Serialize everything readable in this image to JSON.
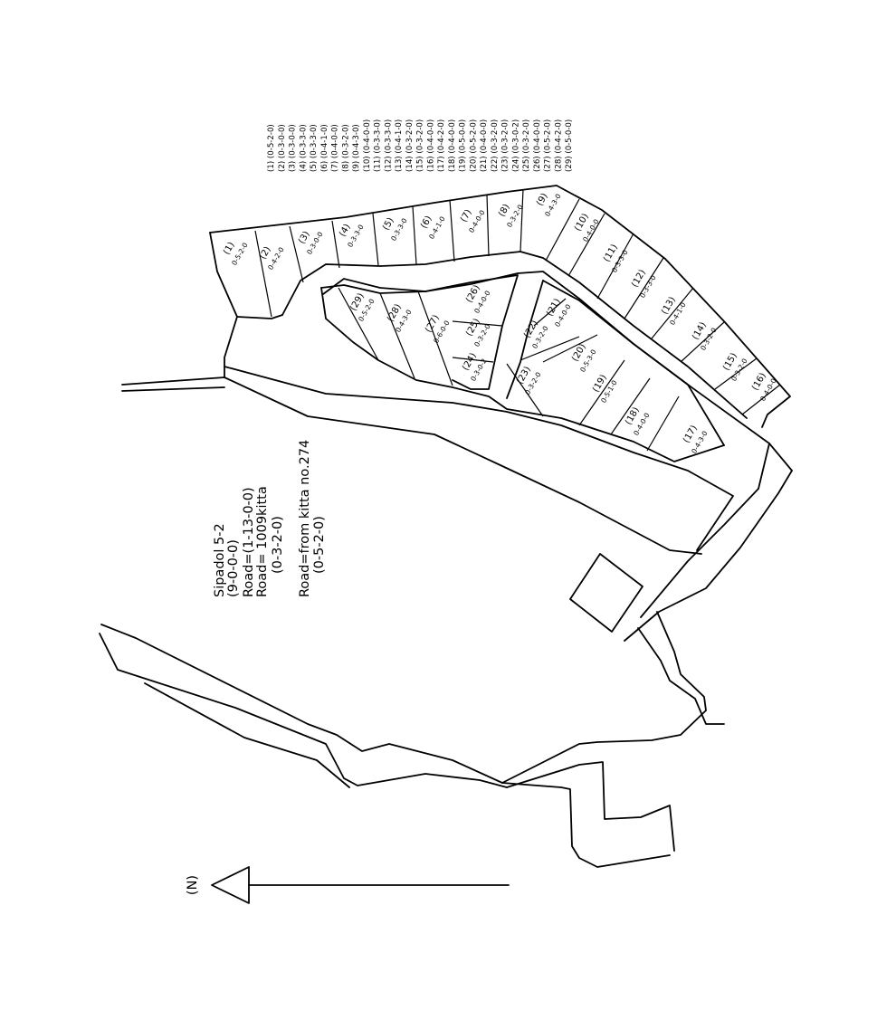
{
  "map": {
    "caption": {
      "lines": [
        "Sipadol 5-2",
        "(9-0-0-0)",
        "Road=(1-13-0-0)",
        "Road= 1009kitta",
        "(0-3-2-0)",
        "Road=from kitta no.274",
        "(0-5-2-0)"
      ]
    },
    "north_label": "(N)",
    "legend": [
      "(1) (0-5-2-0)",
      "(2) (0-3-0-0)",
      "(3) (0-3-0-0)",
      "(4) (0-3-3-0)",
      "(5) (0-3-3-0)",
      "(6) (0-4-1-0)",
      "(7) (0-4-0-0)",
      "(8) (0-3-2-0)",
      "(9) (0-4-3-0)",
      "(10) (0-4-0-0)",
      "(11) (0-3-3-0)",
      "(12) (0-3-3-0)",
      "(13) (0-4-1-0)",
      "(14) (0-3-2-0)",
      "(15) (0-3-2-0)",
      "(16) (0-4-0-0)",
      "(17) (0-4-2-0)",
      "(18) (0-4-0-0)",
      "(19) (0-5-0-0)",
      "(20) (0-5-2-0)",
      "(21) (0-4-0-0)",
      "(22) (0-3-2-0)",
      "(23) (0-3-2-0)",
      "(24) (0-3-0-2)",
      "(25) (0-3-2-0)",
      "(26) (0-4-0-0)",
      "(27) (0-5-2-0)",
      "(28) (0-4-2-0)",
      "(29) (0-5-0-0)"
    ],
    "plots": [
      {
        "no": "(1)",
        "area": "0-5-2-0"
      },
      {
        "no": "(2)",
        "area": "0-4-2-0"
      },
      {
        "no": "(3)",
        "area": "0-3-0-0"
      },
      {
        "no": "(4)",
        "area": "0-3-3-0"
      },
      {
        "no": "(5)",
        "area": "0-3-3-0"
      },
      {
        "no": "(6)",
        "area": "0-4-1-0"
      },
      {
        "no": "(7)",
        "area": "0-4-0-0"
      },
      {
        "no": "(8)",
        "area": "0-3-2-0"
      },
      {
        "no": "(9)",
        "area": "0-4-3-0"
      },
      {
        "no": "(10)",
        "area": "0-4-0-0"
      },
      {
        "no": "(11)",
        "area": "0-3-3-0"
      },
      {
        "no": "(12)",
        "area": "0-3-3-0"
      },
      {
        "no": "(13)",
        "area": "0-4-1-0"
      },
      {
        "no": "(14)",
        "area": "0-3-2-0"
      },
      {
        "no": "(15)",
        "area": "0-3-2-0"
      },
      {
        "no": "(16)",
        "area": "0-4-0-0"
      },
      {
        "no": "(17)",
        "area": "0-4-3-0"
      },
      {
        "no": "(18)",
        "area": "0-4-0-0"
      },
      {
        "no": "(19)",
        "area": "0-5-1-0"
      },
      {
        "no": "(20)",
        "area": "0-5-3-0"
      },
      {
        "no": "(21)",
        "area": "0-4-0-0"
      },
      {
        "no": "(22)",
        "area": "0-3-2-0"
      },
      {
        "no": "(23)",
        "area": "0-3-2-0"
      },
      {
        "no": "(24)",
        "area": "0-3-0-2"
      },
      {
        "no": "(25)",
        "area": "0-3-2-0"
      },
      {
        "no": "(26)",
        "area": "0-4-0-0"
      },
      {
        "no": "(27)",
        "area": "0-6-0-0"
      },
      {
        "no": "(28)",
        "area": "0-4-3-0"
      },
      {
        "no": "(29)",
        "area": "0-5-2-0"
      }
    ]
  }
}
